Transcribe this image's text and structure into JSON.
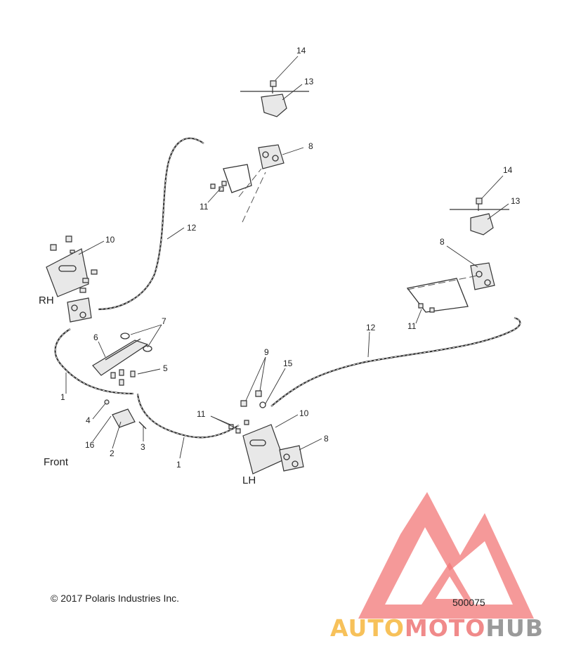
{
  "diagram": {
    "callouts": {
      "c14a": "14",
      "c13a": "13",
      "c8a": "8",
      "c11a": "11",
      "c12a": "12",
      "c10a": "10",
      "c14b": "14",
      "c13b": "13",
      "c8b": "8",
      "c11b": "11",
      "c7": "7",
      "c6": "6",
      "c5": "5",
      "c9": "9",
      "c15": "15",
      "c12b": "12",
      "c1a": "1",
      "c4": "4",
      "c16": "16",
      "c2": "2",
      "c3": "3",
      "c1b": "1",
      "c11c": "11",
      "c10b": "10",
      "c8c": "8"
    },
    "side_labels": {
      "rh": "RH",
      "lh": "LH",
      "front": "Front"
    },
    "copyright": "© 2017 Polaris Industries Inc.",
    "part_number": "500075"
  },
  "watermark": {
    "parts": [
      "AUTO",
      "MOTO",
      "HUB"
    ],
    "colors": {
      "auto": "#f7c15a",
      "moto": "#f08a8a",
      "hub": "#9a9a9a",
      "logo": "#f06060"
    }
  }
}
